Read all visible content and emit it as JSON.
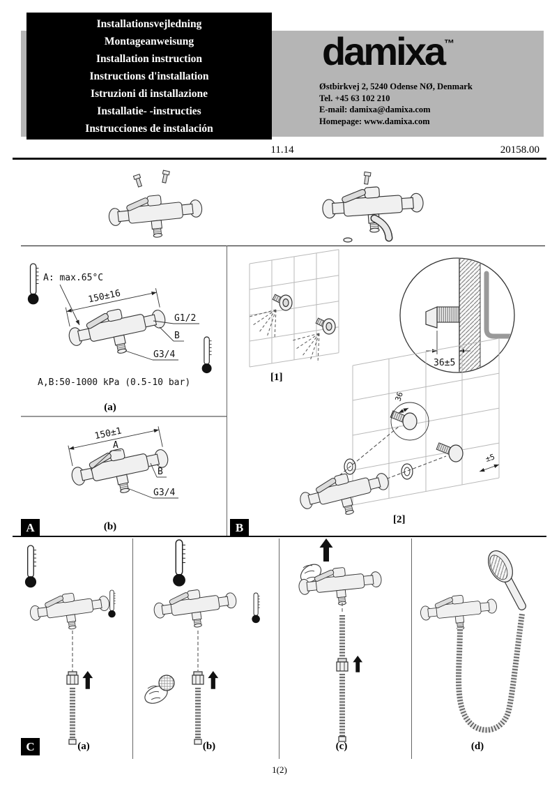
{
  "colors": {
    "header_gray": "#b5b5b5",
    "ink": "#000000"
  },
  "header": {
    "languages": [
      "Installationsvejledning",
      "Montageanweisung",
      "Installation instruction",
      "Instructions d'installation",
      "Istruzioni di installazione",
      "Installatie- -instructies",
      "Instrucciones de instalación"
    ],
    "brand": "damixa",
    "trademark": "™",
    "address": [
      "Østbirkvej 2, 5240 Odense NØ, Denmark",
      "Tel. +45 63 102 210",
      "E-mail: damixa@damixa.com",
      "Homepage: www.damixa.com"
    ]
  },
  "meta": {
    "date": "11.14",
    "doc_number": "20158.00",
    "page_number": "1(2)"
  },
  "section_a": {
    "label": "A",
    "diagram_a": {
      "temp_limit": "A: max.65°C",
      "dimension": "150±16",
      "thread_top": "G1/2",
      "port_b": "B",
      "thread_bottom": "G3/4",
      "pressure_range": "A,B:50-1000 kPa (0.5-10 bar)",
      "caption": "(a)"
    },
    "diagram_b": {
      "dimension": "150±1",
      "port_a": "A",
      "port_b": "B",
      "thread_bottom": "G3/4",
      "caption": "(b)"
    }
  },
  "section_b": {
    "label": "B",
    "step_1": "[1]",
    "step_2": "[2]",
    "detail_dimension": "36±5",
    "wall_dimension": "36",
    "tolerance": "±5"
  },
  "section_c": {
    "label": "C",
    "captions": [
      "(a)",
      "(b)",
      "(c)",
      "(d)"
    ]
  }
}
